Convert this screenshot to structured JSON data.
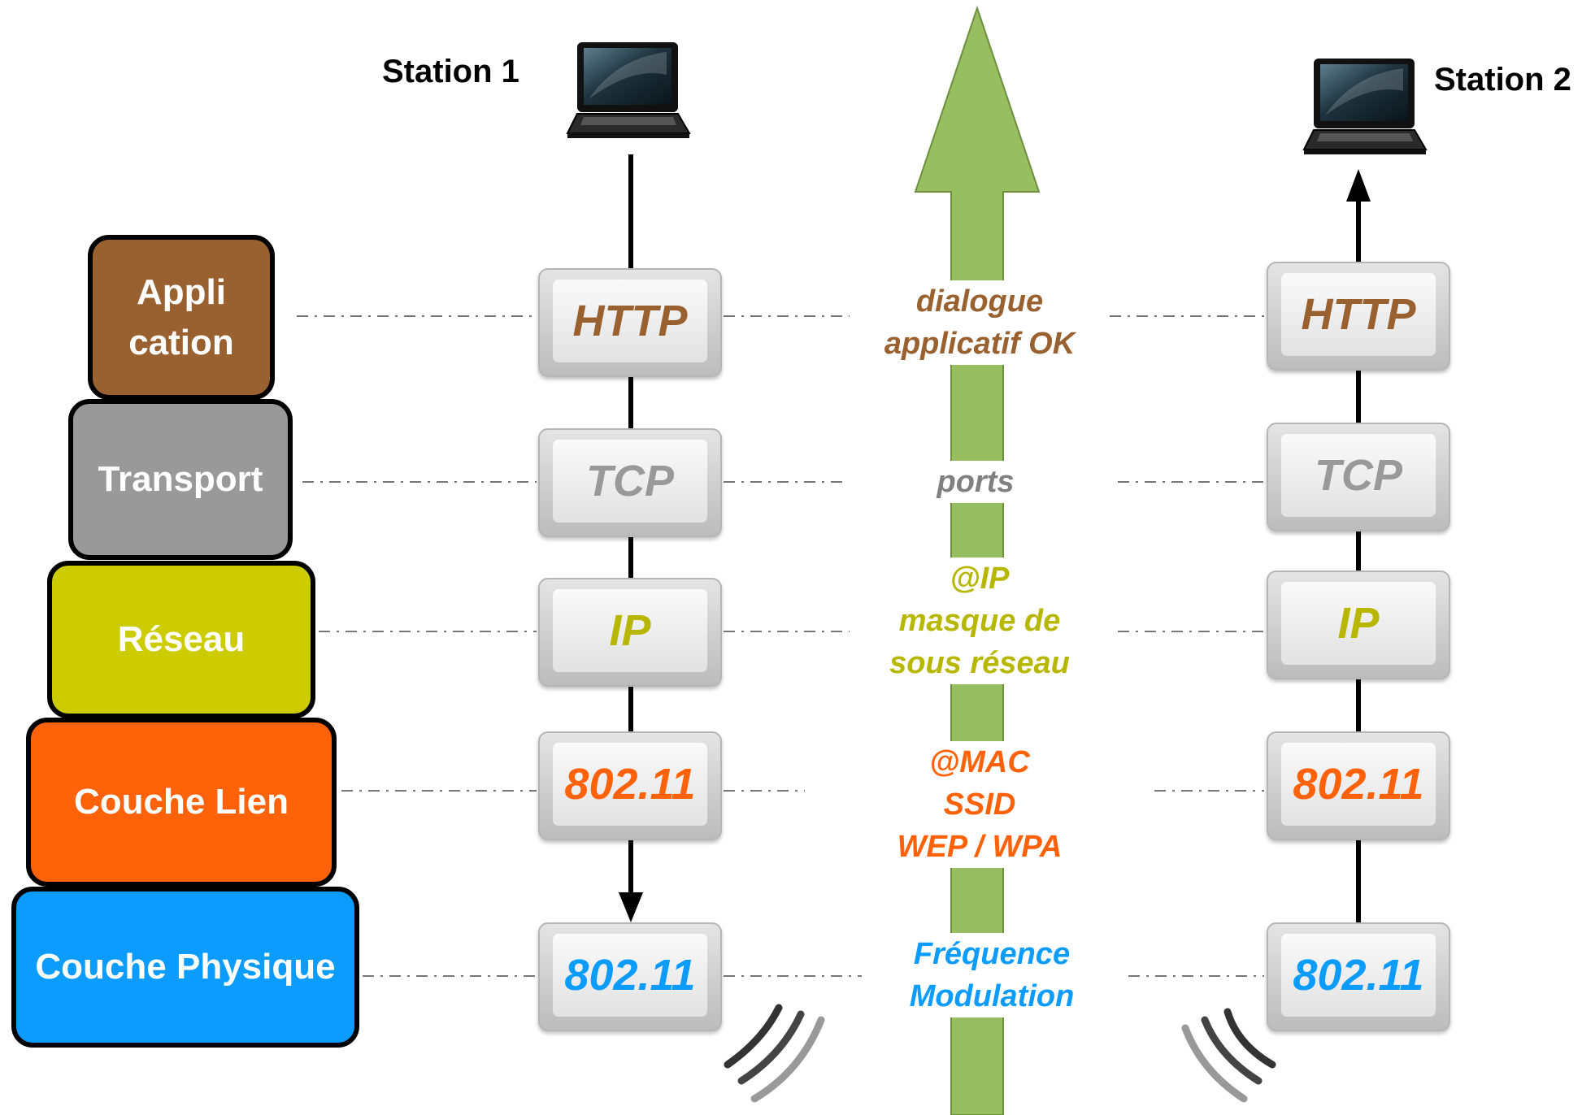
{
  "colors": {
    "application": "#9a6130",
    "transport": "#999999",
    "network": "#cccc00",
    "link": "#ff6208",
    "physical": "#0b9cfe",
    "green_arrow": "#98be62"
  },
  "stations": {
    "station1": {
      "label": "Station 1",
      "icon": "laptop-icon"
    },
    "station2": {
      "label": "Station 2",
      "icon": "laptop-icon"
    }
  },
  "layers": [
    {
      "label": "Appli\ncation"
    },
    {
      "label": "Transport"
    },
    {
      "label": "Réseau"
    },
    {
      "label": "Couche Lien"
    },
    {
      "label": "Couche Physique"
    }
  ],
  "protocols": {
    "application": "HTTP",
    "transport": "TCP",
    "network": "IP",
    "link": "802.11",
    "physical": "802.11"
  },
  "descriptions": {
    "application": "dialogue\napplicatif OK",
    "transport": "ports",
    "network": "@IP\nmasque de\nsous réseau",
    "link": "@MAC\nSSID\nWEP / WPA",
    "physical": "Fréquence\nModulation"
  }
}
